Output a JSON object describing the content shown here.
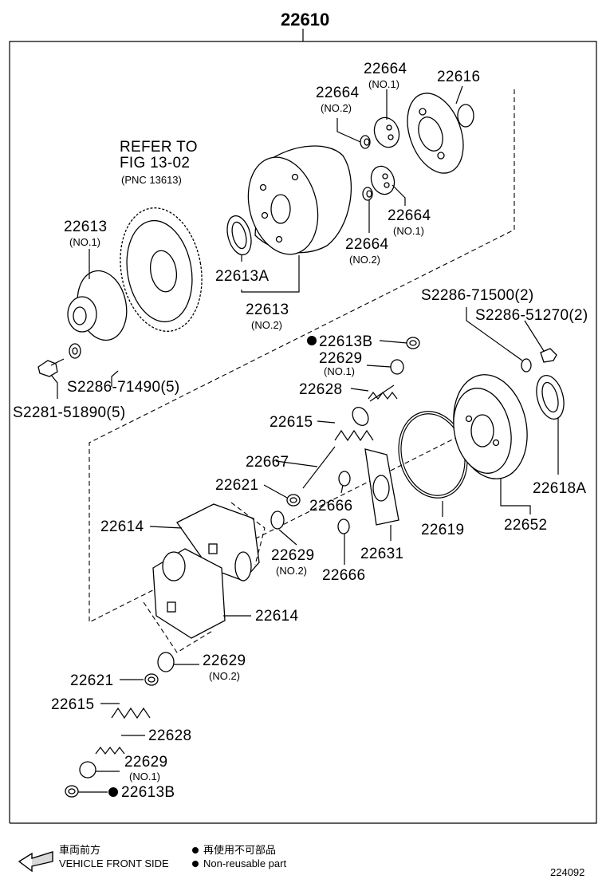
{
  "assembly_number": "22610",
  "figure_number": "224092",
  "reference_note": {
    "line1": "REFER TO",
    "line2": "FIG 13-02",
    "line3": "(PNC 13613)"
  },
  "labels": {
    "p22664_no2_top": "22664",
    "p22664_no2_top_sub": "(NO.2)",
    "p22664_no1_top": "22664",
    "p22664_no1_top_sub": "(NO.1)",
    "p22616": "22616",
    "p22664_no1_right": "22664",
    "p22664_no1_right_sub": "(NO.1)",
    "p22664_no2_right": "22664",
    "p22664_no2_right_sub": "(NO.2)",
    "p22613_no1": "22613",
    "p22613_no1_sub": "(NO.1)",
    "p22613a": "22613A",
    "p22613_no2": "22613",
    "p22613_no2_sub": "(NO.2)",
    "p22613b_top": "22613B",
    "p22629_no1_top": "22629",
    "p22629_no1_top_sub": "(NO.1)",
    "p22628_top": "22628",
    "p22615_top": "22615",
    "p22667": "22667",
    "p22621_top": "22621",
    "p22666_top": "22666",
    "p22614_top": "22614",
    "p22629_no2_mid": "22629",
    "p22629_no2_mid_sub": "(NO.2)",
    "p22666_bottom": "22666",
    "p22631": "22631",
    "p22619": "22619",
    "p22652": "22652",
    "p22618a": "22618A",
    "s2286_71500": "S2286-71500(2)",
    "s2286_51270": "S2286-51270(2)",
    "s2286_71490": "S2286-71490(5)",
    "s2281_51890": "S2281-51890(5)",
    "p22614_bottom": "22614",
    "p22629_no2_low": "22629",
    "p22629_no2_low_sub": "(NO.2)",
    "p22621_low": "22621",
    "p22615_low": "22615",
    "p22628_low": "22628",
    "p22629_no1_low": "22629",
    "p22629_no1_low_sub": "(NO.1)",
    "p22613b_low": "22613B"
  },
  "legend": {
    "direction_jp": "車両前方",
    "direction_en": "VEHICLE FRONT SIDE",
    "nonreusable_jp": "再使用不可部品",
    "nonreusable_en": "Non-reusable part"
  }
}
